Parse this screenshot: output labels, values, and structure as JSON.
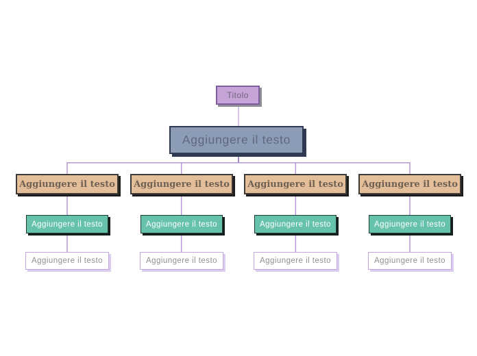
{
  "diagram": {
    "type": "org-chart",
    "title_node": {
      "label": "Titolo"
    },
    "root_node": {
      "label": "Aggiungere il testo"
    },
    "columns": [
      {
        "level1": "Aggiungere il testo",
        "level2": "Aggiungere il testo",
        "level3": "Aggiungere il testo"
      },
      {
        "level1": "Aggiungere il testo",
        "level2": "Aggiungere il testo",
        "level3": "Aggiungere il testo"
      },
      {
        "level1": "Aggiungere il testo",
        "level2": "Aggiungere il testo",
        "level3": "Aggiungere il testo"
      },
      {
        "level1": "Aggiungere il testo",
        "level2": "Aggiungere il testo",
        "level3": "Aggiungere il testo"
      }
    ],
    "colors": {
      "title_fill": "#c7a4d8",
      "title_border": "#7d5ca0",
      "root_fill": "#8d9cb6",
      "root_border": "#2e3a52",
      "level1_fill": "#e4be98",
      "level1_border": "#3e3a35",
      "level2_fill": "#66c2ab",
      "level2_border": "#1e3833",
      "level3_fill": "#ffffff",
      "level3_border": "#c2a4de",
      "connector": "#b599d6",
      "background": "#ffffff"
    }
  }
}
